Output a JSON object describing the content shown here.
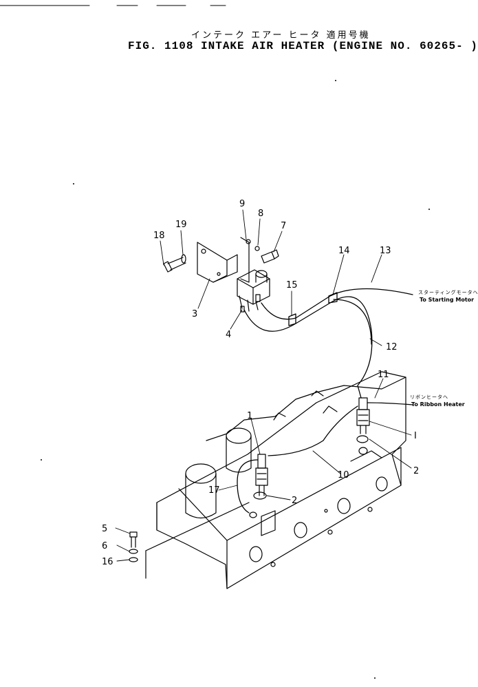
{
  "figure": {
    "title_jp": "インテーク エアー ヒータ 適用号機",
    "title_en": "FIG. 1108  INTAKE AIR HEATER (ENGINE NO. 60265- )"
  },
  "notes": {
    "starting_motor_jp": "スターティングモータヘ",
    "starting_motor_en": "To Starting Motor",
    "ribbon_heater_jp": "リボンヒータヘ",
    "ribbon_heater_en": "To Ribbon Heater"
  },
  "callouts": [
    "1",
    "2",
    "2",
    "3",
    "4",
    "5",
    "6",
    "7",
    "8",
    "9",
    "10",
    "11",
    "12",
    "13",
    "14",
    "15",
    "16",
    "17",
    "18",
    "19",
    "I"
  ]
}
